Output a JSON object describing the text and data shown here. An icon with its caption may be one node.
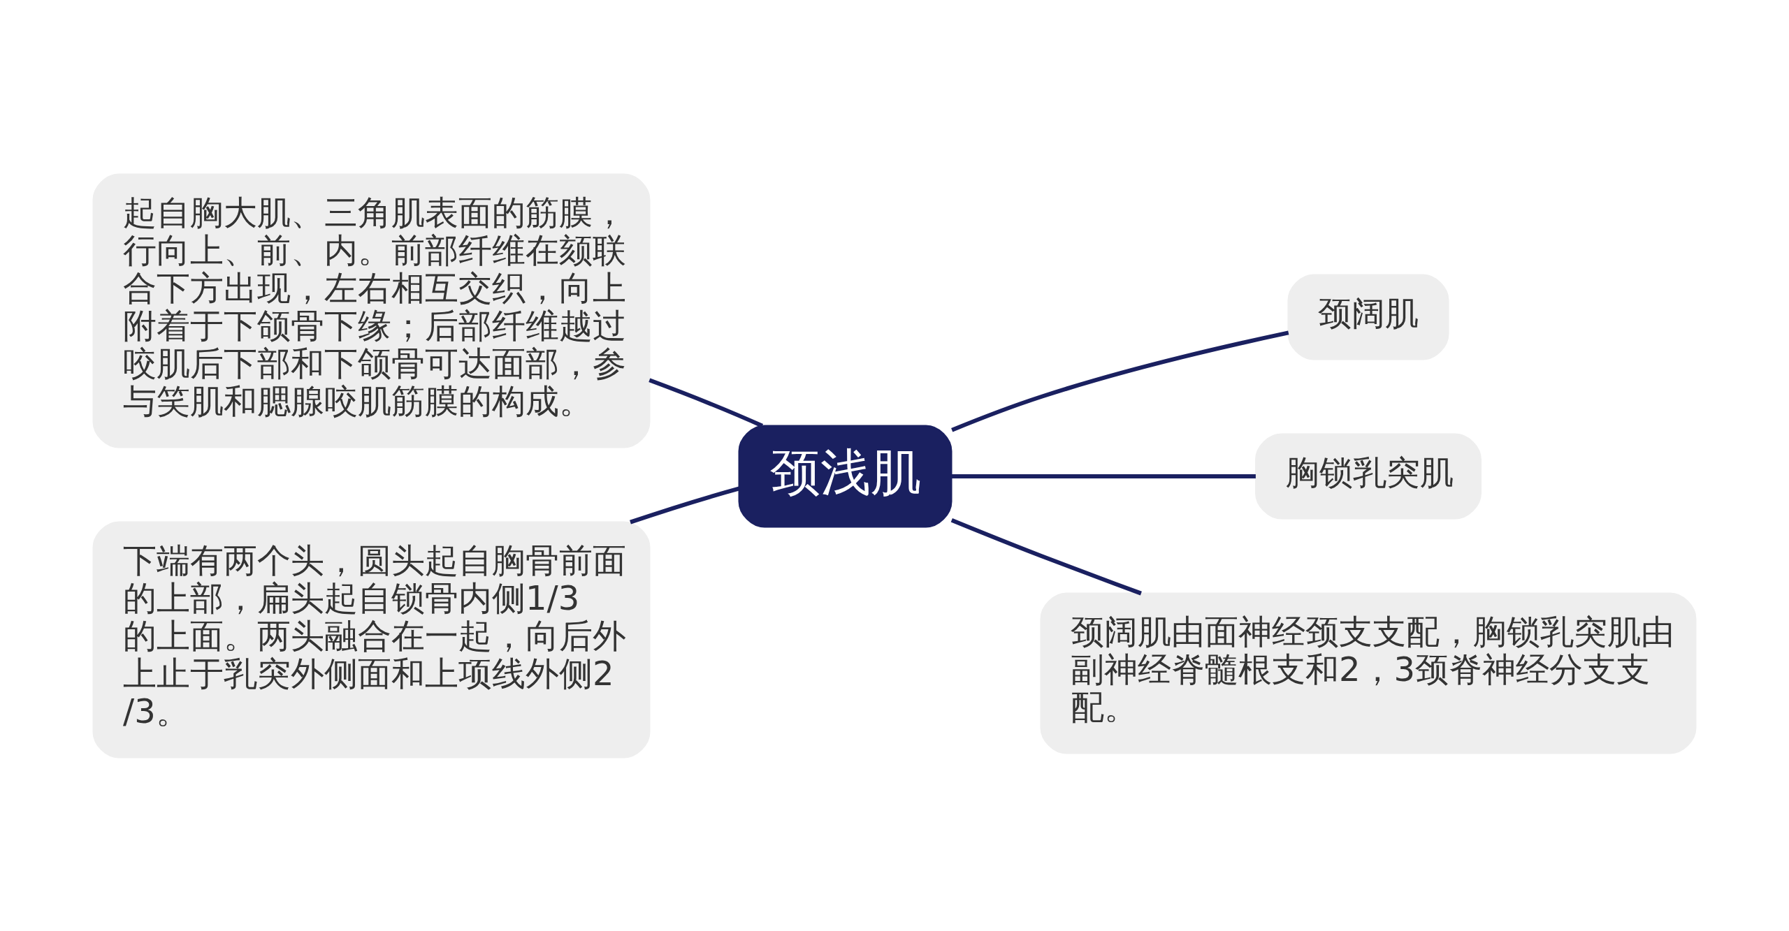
{
  "diagram": {
    "nodes": [
      {
        "text": [
          "颈浅肌"
        ]
      },
      {
        "text": [
          "起自胸大肌、三角肌表面的筋膜，行向上、前、内。前部纤维在颏联合下方出现，左右相互交织，向上附着于下颌骨下缘；后部纤维越过咬肌后下部和下颌骨可达面部，参与笑肌和腮腺咬肌筋膜的构成。"
        ]
      },
      {
        "text": [
          "下端有两个头，圆头起自胸骨前面的上部，扁头起自锁骨内侧1/3的上面。两头融合在一起，向后外上止于乳突外侧面和上项线外侧2/3。"
        ]
      },
      {
        "text": [
          "颈阔肌"
        ]
      },
      {
        "text": [
          "胸锁乳突肌"
        ]
      },
      {
        "text": [
          "颈阔肌由面神经颈支支配，胸锁乳突肌由副神经脊髓根支和2，3颈脊神经分支支配。"
        ]
      }
    ],
    "edges": [
      {
        "from": 0,
        "to": 1,
        "arrow": "none"
      },
      {
        "from": 0,
        "to": 2,
        "arrow": "none"
      },
      {
        "from": 0,
        "to": 3,
        "arrow": "none"
      },
      {
        "from": 0,
        "to": 4,
        "arrow": "none"
      },
      {
        "from": 0,
        "to": 5,
        "arrow": "none"
      }
    ]
  }
}
